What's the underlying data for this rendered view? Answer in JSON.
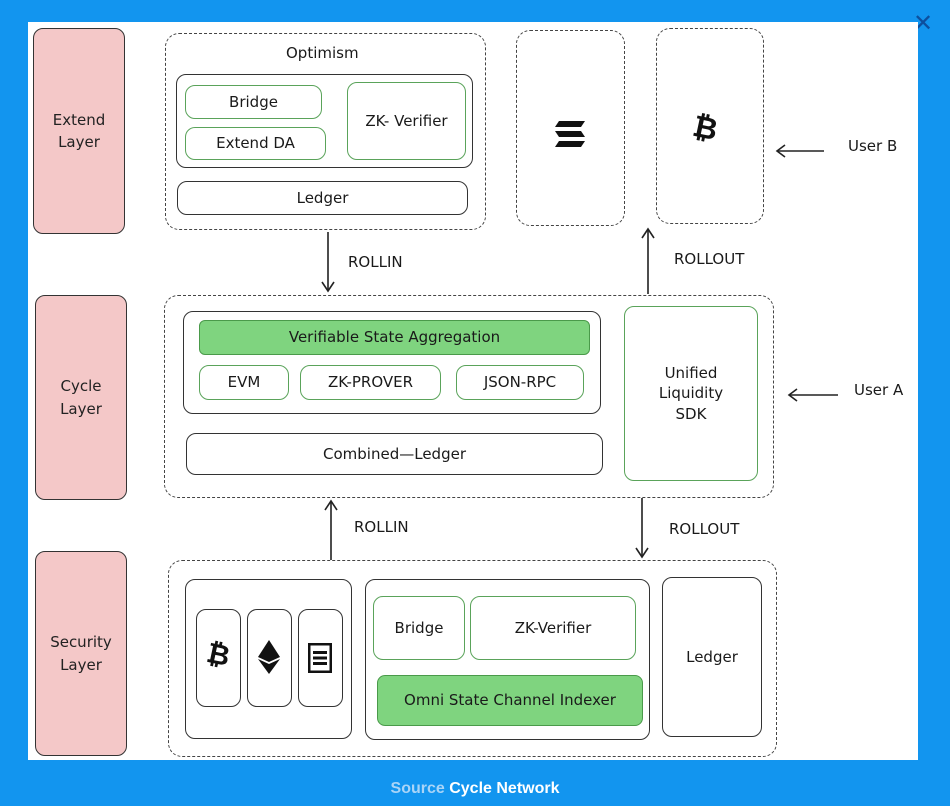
{
  "close_icon": "close-icon",
  "layers": {
    "extend": "Extend\nLayer",
    "cycle": "Cycle\nLayer",
    "security": "Security\nLayer"
  },
  "extend": {
    "group_title": "Optimism",
    "bridge": "Bridge",
    "extend_da": "Extend DA",
    "zk_verifier": "ZK- Verifier",
    "ledger": "Ledger",
    "solana_icon": "solana-icon",
    "bitcoin_icon": "bitcoin-icon"
  },
  "users": {
    "user_b": "User B",
    "user_a": "User A"
  },
  "flows": {
    "rollin_top": "ROLLIN",
    "rollout_top": "ROLLOUT",
    "rollin_bottom": "ROLLIN",
    "rollout_bottom": "ROLLOUT"
  },
  "cycle": {
    "aggregation": "Verifiable State Aggregation",
    "evm": "EVM",
    "zk_prover": "ZK-PROVER",
    "json_rpc": "JSON-RPC",
    "combined_ledger": "Combined—Ledger",
    "sdk": "Unified\nLiquidity\nSDK"
  },
  "security": {
    "chain_icons": [
      "bitcoin-icon",
      "ethereum-icon",
      "solana-icon"
    ],
    "bridge": "Bridge",
    "zk_verifier": "ZK-Verifier",
    "indexer": "Omni State Channel Indexer",
    "ledger": "Ledger"
  },
  "caption": {
    "prefix": "Source",
    "name": "Cycle Network"
  },
  "colors": {
    "background": "#1295ef",
    "layer_label": "#f4c8c8",
    "green_border": "#5aa35a",
    "green_fill": "#7fd47f"
  }
}
